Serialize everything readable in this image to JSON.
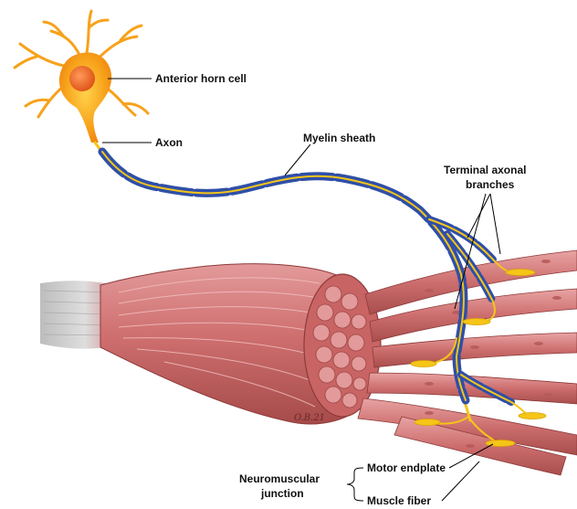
{
  "labels": {
    "anterior_horn_cell": "Anterior horn cell",
    "axon": "Axon",
    "myelin_sheath": "Myelin sheath",
    "terminal_branches_line1": "Terminal axonal",
    "terminal_branches_line2": "branches",
    "motor_endplate": "Motor endplate",
    "muscle_fiber": "Muscle fiber",
    "neuromuscular_line1": "Neuromuscular",
    "neuromuscular_line2": "junction"
  },
  "signature": "O.B.21",
  "colors": {
    "neuron_body": "#f7a21b",
    "nucleus": "#f26b1d",
    "myelin": "#2f4fa8",
    "axon_core": "#f5c518",
    "muscle": "#cf6f6f",
    "tendon": "#c9c9c9"
  }
}
